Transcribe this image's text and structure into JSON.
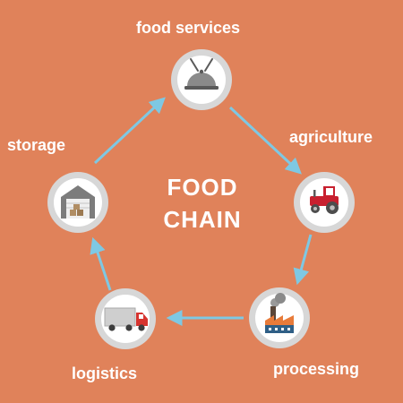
{
  "title": {
    "line1": "FOOD",
    "line2": "CHAIN"
  },
  "nodes": [
    {
      "label": "food services",
      "icon": "cloche-cutlery-icon"
    },
    {
      "label": "agriculture",
      "icon": "tractor-icon"
    },
    {
      "label": "processing",
      "icon": "factory-icon"
    },
    {
      "label": "logistics",
      "icon": "truck-icon"
    },
    {
      "label": "storage",
      "icon": "warehouse-icon"
    }
  ],
  "colors": {
    "background": "#e0825a",
    "arrow": "#7ec8e3",
    "node_ring": "#d7d7d7",
    "node_fill": "#ffffff",
    "text": "#ffffff"
  }
}
